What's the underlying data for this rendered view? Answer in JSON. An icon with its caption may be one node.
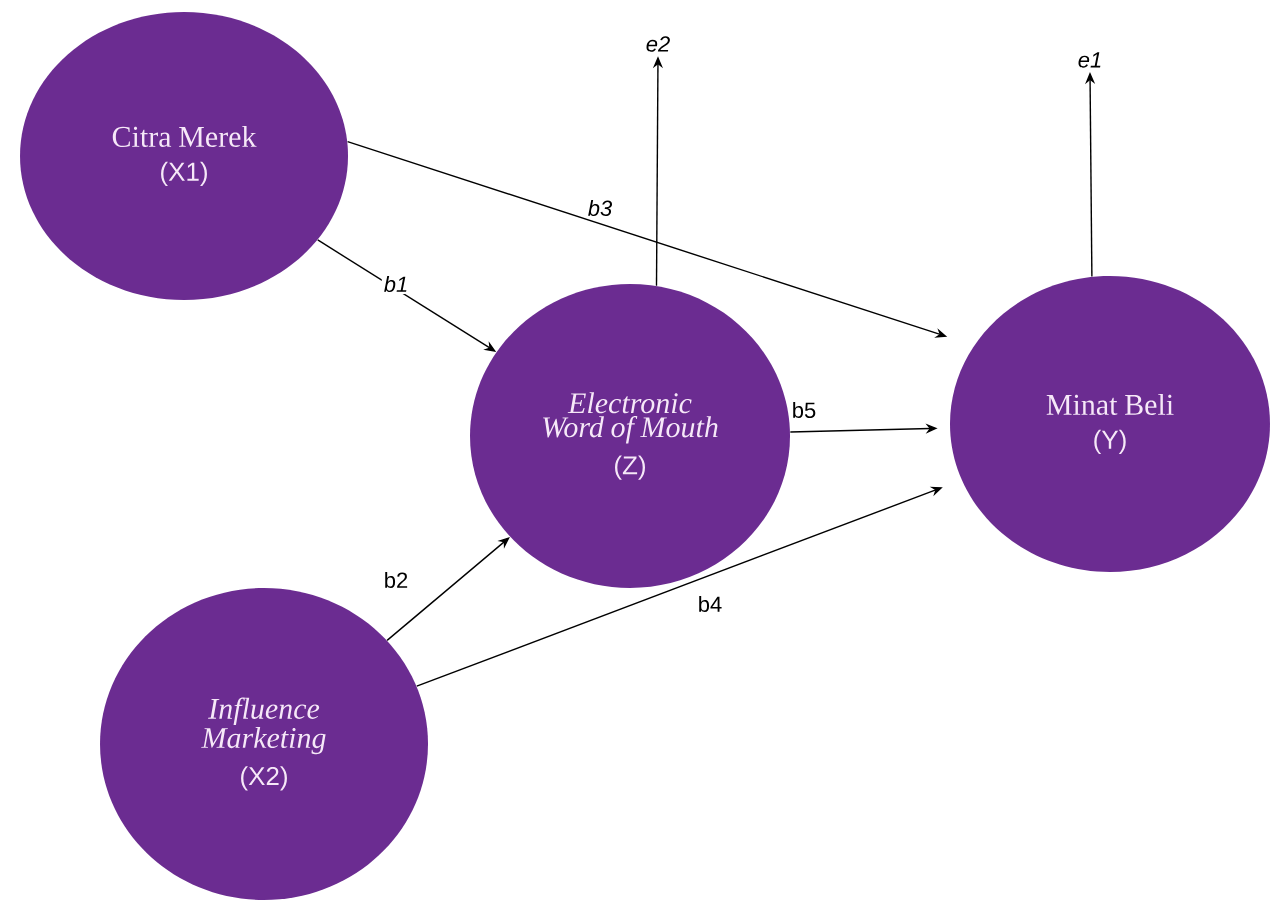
{
  "diagram": {
    "nodes": [
      {
        "text": [
          "Citra Merek",
          "(X1)"
        ]
      },
      {
        "text": [
          "Electronic Word of Mouth",
          "(Z)"
        ]
      },
      {
        "text": [
          "Minat Beli",
          "(Y)"
        ]
      },
      {
        "text": [
          "Influence Marketing",
          "(X2)"
        ]
      },
      {
        "text": [
          "e2"
        ]
      },
      {
        "text": [
          "e1"
        ]
      }
    ],
    "edges": [
      {
        "from": 0,
        "to": 1,
        "arrow": "to",
        "label": "b1"
      },
      {
        "from": 0,
        "to": 2,
        "arrow": "to",
        "label": "b3"
      },
      {
        "from": 1,
        "to": 2,
        "arrow": "to",
        "label": "b5"
      },
      {
        "from": 3,
        "to": 1,
        "arrow": "to",
        "label": "b2"
      },
      {
        "from": 3,
        "to": 2,
        "arrow": "to",
        "label": "b4"
      },
      {
        "from": 1,
        "to": 4,
        "arrow": "to"
      },
      {
        "from": 2,
        "to": 5,
        "arrow": "to"
      }
    ]
  }
}
